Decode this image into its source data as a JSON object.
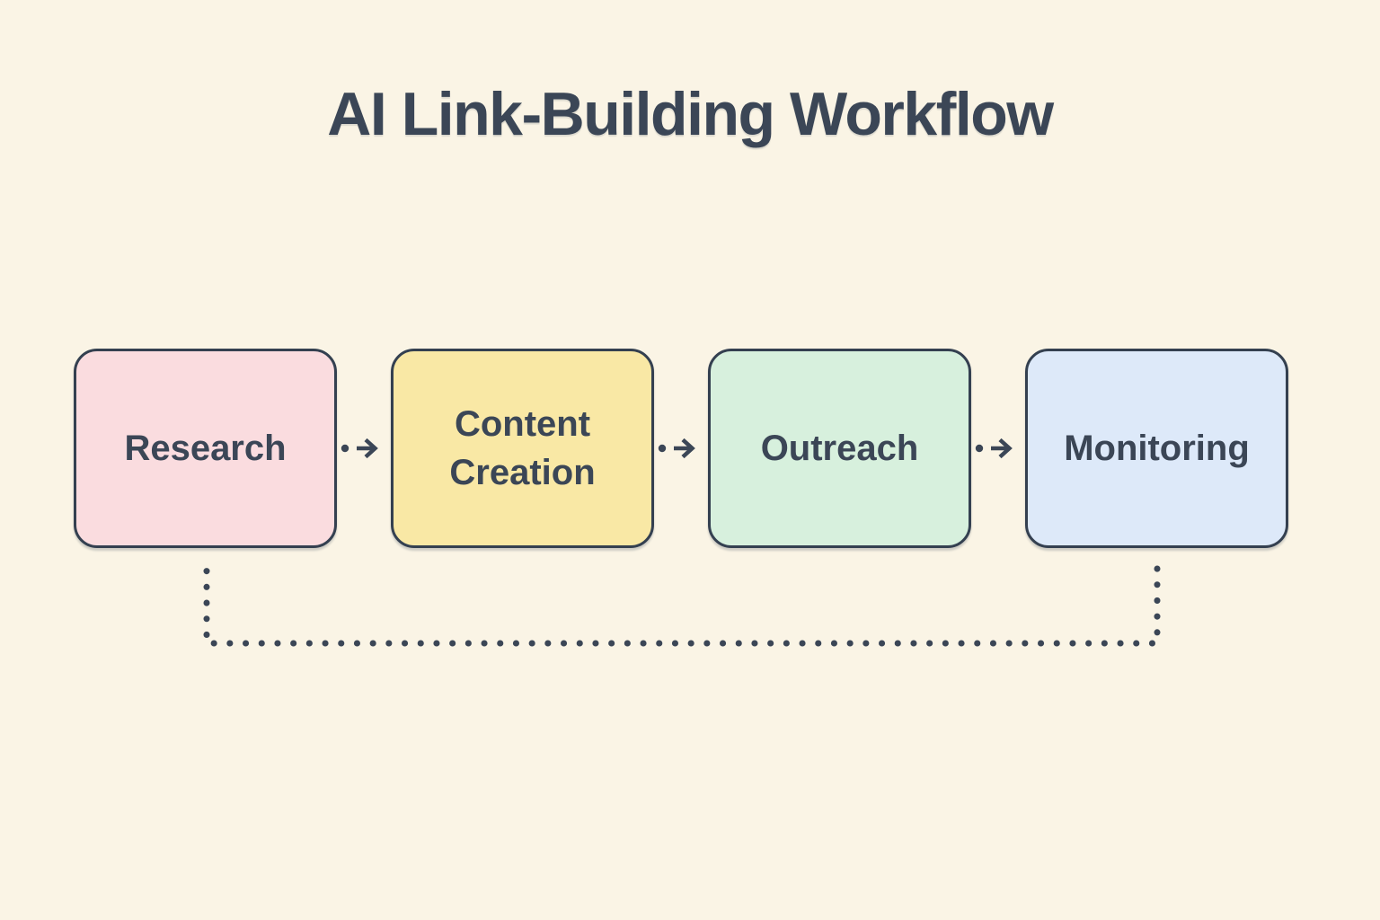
{
  "title": "AI Link-Building Workflow",
  "colors": {
    "background": "#faf4e5",
    "ink": "#3b4656",
    "border": "#344050"
  },
  "nodes": [
    {
      "label": "Research",
      "fill": "#fadcdf"
    },
    {
      "label": "Content Creation",
      "fill": "#f9e8a5"
    },
    {
      "label": "Outreach",
      "fill": "#d7f0dd"
    },
    {
      "label": "Monitoring",
      "fill": "#dde9f9"
    }
  ],
  "edges": [
    {
      "from": "Research",
      "to": "Content Creation",
      "style": "dot-arrow"
    },
    {
      "from": "Content Creation",
      "to": "Outreach",
      "style": "dot-arrow"
    },
    {
      "from": "Outreach",
      "to": "Monitoring",
      "style": "dot-arrow"
    },
    {
      "from": "Monitoring",
      "to": "Research",
      "style": "dotted-feedback-loop"
    }
  ]
}
